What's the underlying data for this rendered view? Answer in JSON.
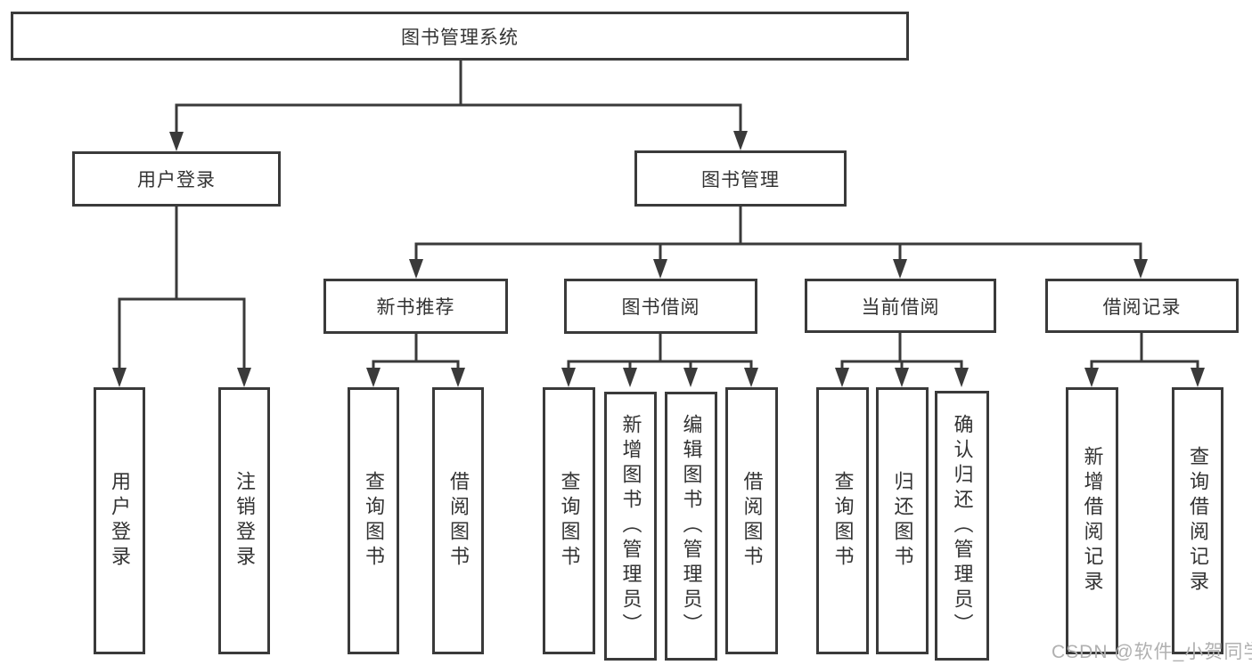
{
  "diagram": {
    "type": "hierarchy-flowchart",
    "title": "图书管理系统",
    "watermark": "CSDN @软件_小贺同学",
    "colors": {
      "line": "#3a3a3a",
      "box_border": "#3a3a3a",
      "text": "#333333",
      "background": "#ffffff",
      "watermark": "#b0b0b0"
    },
    "root": {
      "label": "图书管理系统"
    },
    "branches": [
      {
        "label": "用户登录",
        "children": [
          {
            "label": "用户登录"
          },
          {
            "label": "注销登录"
          }
        ]
      },
      {
        "label": "图书管理",
        "children": [
          {
            "label": "新书推荐",
            "children": [
              {
                "label": "查询图书"
              },
              {
                "label": "借阅图书"
              }
            ]
          },
          {
            "label": "图书借阅",
            "children": [
              {
                "label": "查询图书"
              },
              {
                "label": "新增图书（管理员）"
              },
              {
                "label": "编辑图书（管理员）"
              },
              {
                "label": "借阅图书"
              }
            ]
          },
          {
            "label": "当前借阅",
            "children": [
              {
                "label": "查询图书"
              },
              {
                "label": "归还图书"
              },
              {
                "label": "确认归还（管理员）"
              }
            ]
          },
          {
            "label": "借阅记录",
            "children": [
              {
                "label": "新增借阅记录"
              },
              {
                "label": "查询借阅记录"
              }
            ]
          }
        ]
      }
    ]
  }
}
